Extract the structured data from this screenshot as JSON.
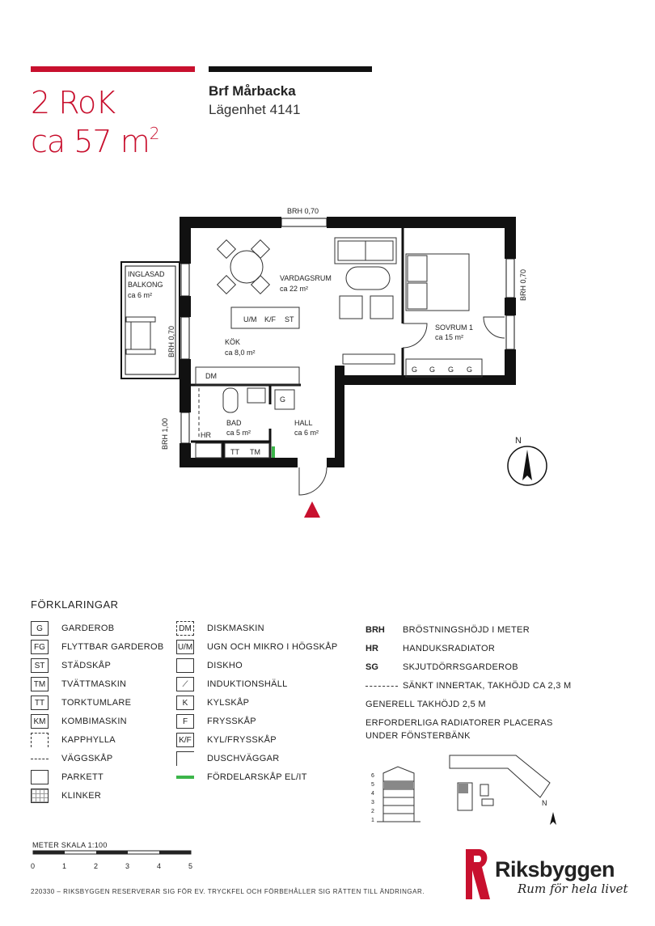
{
  "header": {
    "rooms_type": "2 RoK",
    "area_prefix": "ca 57 m",
    "area_sup": "2",
    "project": "Brf Mårbacka",
    "apartment": "Lägenhet 4141"
  },
  "plan": {
    "labels": {
      "brh_top": "BRH 0,70",
      "brh_right": "BRH 0,70",
      "brh_balcony": "BRH 0,70",
      "brh_bad": "BRH 1,00",
      "balcony_line1": "INGLASAD",
      "balcony_line2": "BALKONG",
      "balcony_area": "ca 6 m²",
      "living": "VARDAGSRUM",
      "living_area": "ca 22 m²",
      "bedroom": "SOVRUM 1",
      "bedroom_area": "ca 15 m²",
      "kitchen": "KÖK",
      "kitchen_area": "ca 8,0 m²",
      "bath": "BAD",
      "bath_area": "ca 5 m²",
      "hall": "HALL",
      "hall_area": "ca 6 m²",
      "um": "U/M",
      "kf": "K/F",
      "st": "ST",
      "dm": "DM",
      "hr": "HR",
      "tt": "TT",
      "tm": "TM",
      "g": "G",
      "compass": "N"
    }
  },
  "legend": {
    "title": "FÖRKLARINGAR",
    "col1": [
      {
        "code": "G",
        "text": "GARDEROB"
      },
      {
        "code": "FG",
        "text": "FLYTTBAR GARDEROB"
      },
      {
        "code": "ST",
        "text": "STÄDSKÅP"
      },
      {
        "code": "TM",
        "text": "TVÄTTMASKIN"
      },
      {
        "code": "TT",
        "text": "TORKTUMLARE"
      },
      {
        "code": "KM",
        "text": "KOMBIMASKIN"
      },
      {
        "code": "",
        "text": "KAPPHYLLA"
      },
      {
        "code": "",
        "text": "VÄGGSKÅP"
      },
      {
        "code": "",
        "text": "PARKETT"
      },
      {
        "code": "",
        "text": "KLINKER"
      }
    ],
    "col2": [
      {
        "code": "DM",
        "text": "DISKMASKIN"
      },
      {
        "code": "U/M",
        "text": "UGN OCH MIKRO  I HÖGSKÅP"
      },
      {
        "code": "",
        "text": "DISKHO"
      },
      {
        "code": "",
        "text": "INDUKTIONSHÄLL"
      },
      {
        "code": "K",
        "text": "KYLSKÅP"
      },
      {
        "code": "F",
        "text": "FRYSSKÅP"
      },
      {
        "code": "K/F",
        "text": "KYL/FRYSSKÅP"
      },
      {
        "code": "",
        "text": "DUSCHVÄGGAR"
      },
      {
        "code": "",
        "text": "FÖRDELARSKÅP EL/IT"
      }
    ],
    "col3": [
      {
        "abbr": "BRH",
        "text": "BRÖSTNINGSHÖJD I METER"
      },
      {
        "abbr": "HR",
        "text": "HANDUKSRADIATOR"
      },
      {
        "abbr": "SG",
        "text": "SKJUTDÖRRSGARDEROB"
      }
    ],
    "ceiling_note": "SÄNKT INNERTAK, TAKHÖJD CA 2,3 M",
    "general_height": "GENERELL TAKHÖJD 2,5 M",
    "radiator_line1": "ERFORDERLIGA RADIATORER PLACERAS",
    "radiator_line2": "UNDER FÖNSTERBÄNK",
    "floors": [
      "6",
      "5",
      "4",
      "3",
      "2",
      "1"
    ],
    "site_north": "N"
  },
  "scale": {
    "title": "METER  SKALA 1:100",
    "ticks": [
      "0",
      "1",
      "2",
      "3",
      "4",
      "5"
    ]
  },
  "footer": {
    "disclaimer": "220330 – RIKSBYGGEN RESERVERAR SIG FÖR EV. TRYCKFEL OCH FÖRBEHÅLLER SIG RÄTTEN TILL ÄNDRINGAR."
  },
  "brand": {
    "name": "Riksbyggen",
    "slogan": "Rum för hela livet",
    "red": "#c8102e"
  }
}
